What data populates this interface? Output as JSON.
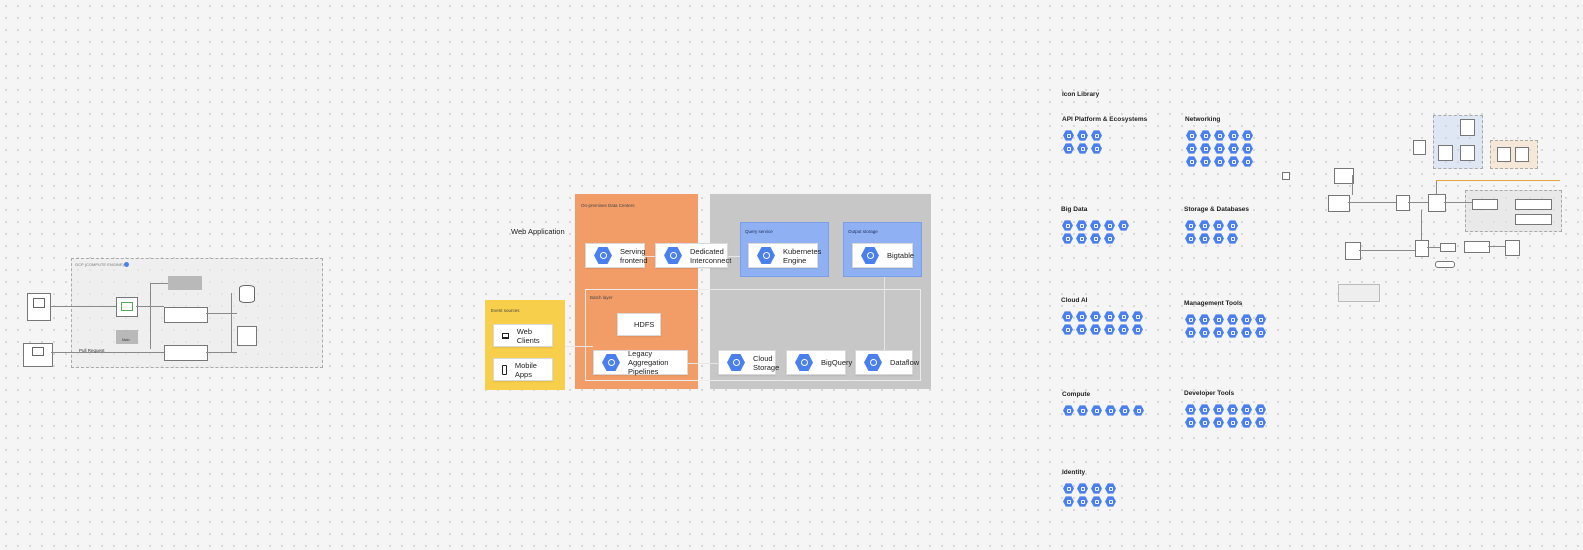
{
  "colors": {
    "orange_zone": "#f29d68",
    "yellow_zone": "#f7cf4a",
    "gray_zone": "#c7c7c7",
    "blue_zone": "#8fb0f2",
    "icon_blue": "#4a7ff0"
  },
  "left_diagram": {
    "container_label": "GCP (COMPUTE ENGINE)",
    "label_pull_request": "Pull Request",
    "label_main": "Main"
  },
  "web_app": {
    "title": "Web Application",
    "event_sources": {
      "label": "Event sources",
      "nodes": [
        {
          "label": "Web Clients",
          "icon": "laptop-icon"
        },
        {
          "label": "Mobile Apps",
          "icon": "phone-icon"
        }
      ]
    },
    "onprem": {
      "label": "On-premises Data Centers",
      "serving_frontend": "Serving frontend",
      "dedicated_interconnect": "Dedicated Interconnect",
      "batch_layer_label": "Batch layer",
      "hdfs": "HDFS",
      "legacy_pipelines": "Legacy Aggregation Pipelines"
    },
    "cloud": {
      "query_service_label": "Query service",
      "kubernetes_engine": "Kubernetes Engine",
      "output_storage_label": "Output storage",
      "bigtable": "Bigtable",
      "cloud_storage": "Cloud Storage",
      "bigquery": "BigQuery",
      "dataflow": "Dataflow"
    }
  },
  "icon_library": {
    "title": "Icon Library",
    "sections": [
      {
        "name": "API Platform & Ecosystems",
        "rows": [
          3,
          3
        ]
      },
      {
        "name": "Networking",
        "rows": [
          5,
          5,
          5
        ]
      },
      {
        "name": "Big Data",
        "rows": [
          5,
          4
        ]
      },
      {
        "name": "Storage & Databases",
        "rows": [
          4,
          4
        ]
      },
      {
        "name": "Cloud AI",
        "rows": [
          6,
          6
        ]
      },
      {
        "name": "Management Tools",
        "rows": [
          6,
          6
        ]
      },
      {
        "name": "Compute",
        "rows": [
          6
        ]
      },
      {
        "name": "Developer Tools",
        "rows": [
          6,
          6
        ]
      },
      {
        "name": "Identity",
        "rows": [
          4,
          4
        ]
      }
    ]
  }
}
